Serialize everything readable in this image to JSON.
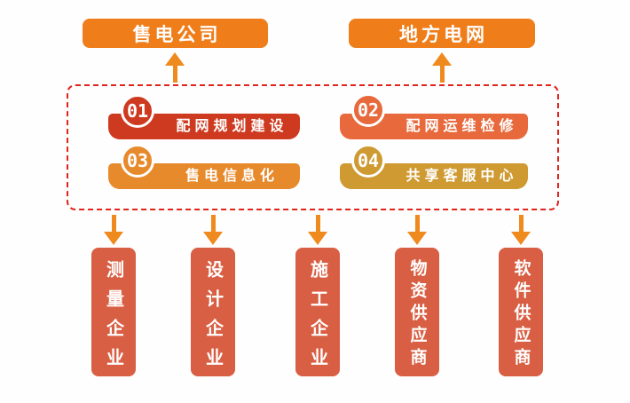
{
  "colors": {
    "canvas-bg": "#fffefe",
    "brand-orange": "#ef7d1a",
    "arrow-orange": "#ef8a1e",
    "frame-red": "#e0231b",
    "supplier-red": "#d85f43"
  },
  "top_nodes": [
    {
      "label": "售电公司"
    },
    {
      "label": "地方电网"
    }
  ],
  "services": [
    {
      "number": "01",
      "label": "配网规划建设",
      "color": "#ce3a1f"
    },
    {
      "number": "02",
      "label": "配网运维检修",
      "color": "#e7693c"
    },
    {
      "number": "03",
      "label": "售电信息化",
      "color": "#e78a2b"
    },
    {
      "number": "04",
      "label": "共享客服中心",
      "color": "#ce9a31"
    }
  ],
  "suppliers": [
    {
      "label": "测量企业"
    },
    {
      "label": "设计企业"
    },
    {
      "label": "施工企业"
    },
    {
      "label": "物资供应商"
    },
    {
      "label": "软件供应商"
    }
  ]
}
